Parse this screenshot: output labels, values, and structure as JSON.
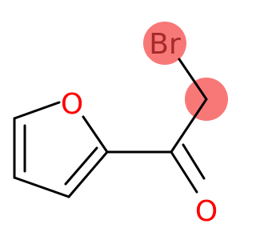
{
  "molecule": {
    "atoms": {
      "bromine": {
        "symbol": "Br",
        "color": "#a52a2a",
        "highlight_color": "#f87878"
      },
      "furan_oxygen": {
        "symbol": "O",
        "color": "#ff0000"
      },
      "carbonyl_oxygen": {
        "symbol": "O",
        "color": "#ff0000"
      },
      "ch2_carbon": {
        "symbol": "",
        "highlight_color": "#f87878"
      }
    },
    "bond_color": "#000000",
    "background": "#ffffff"
  }
}
